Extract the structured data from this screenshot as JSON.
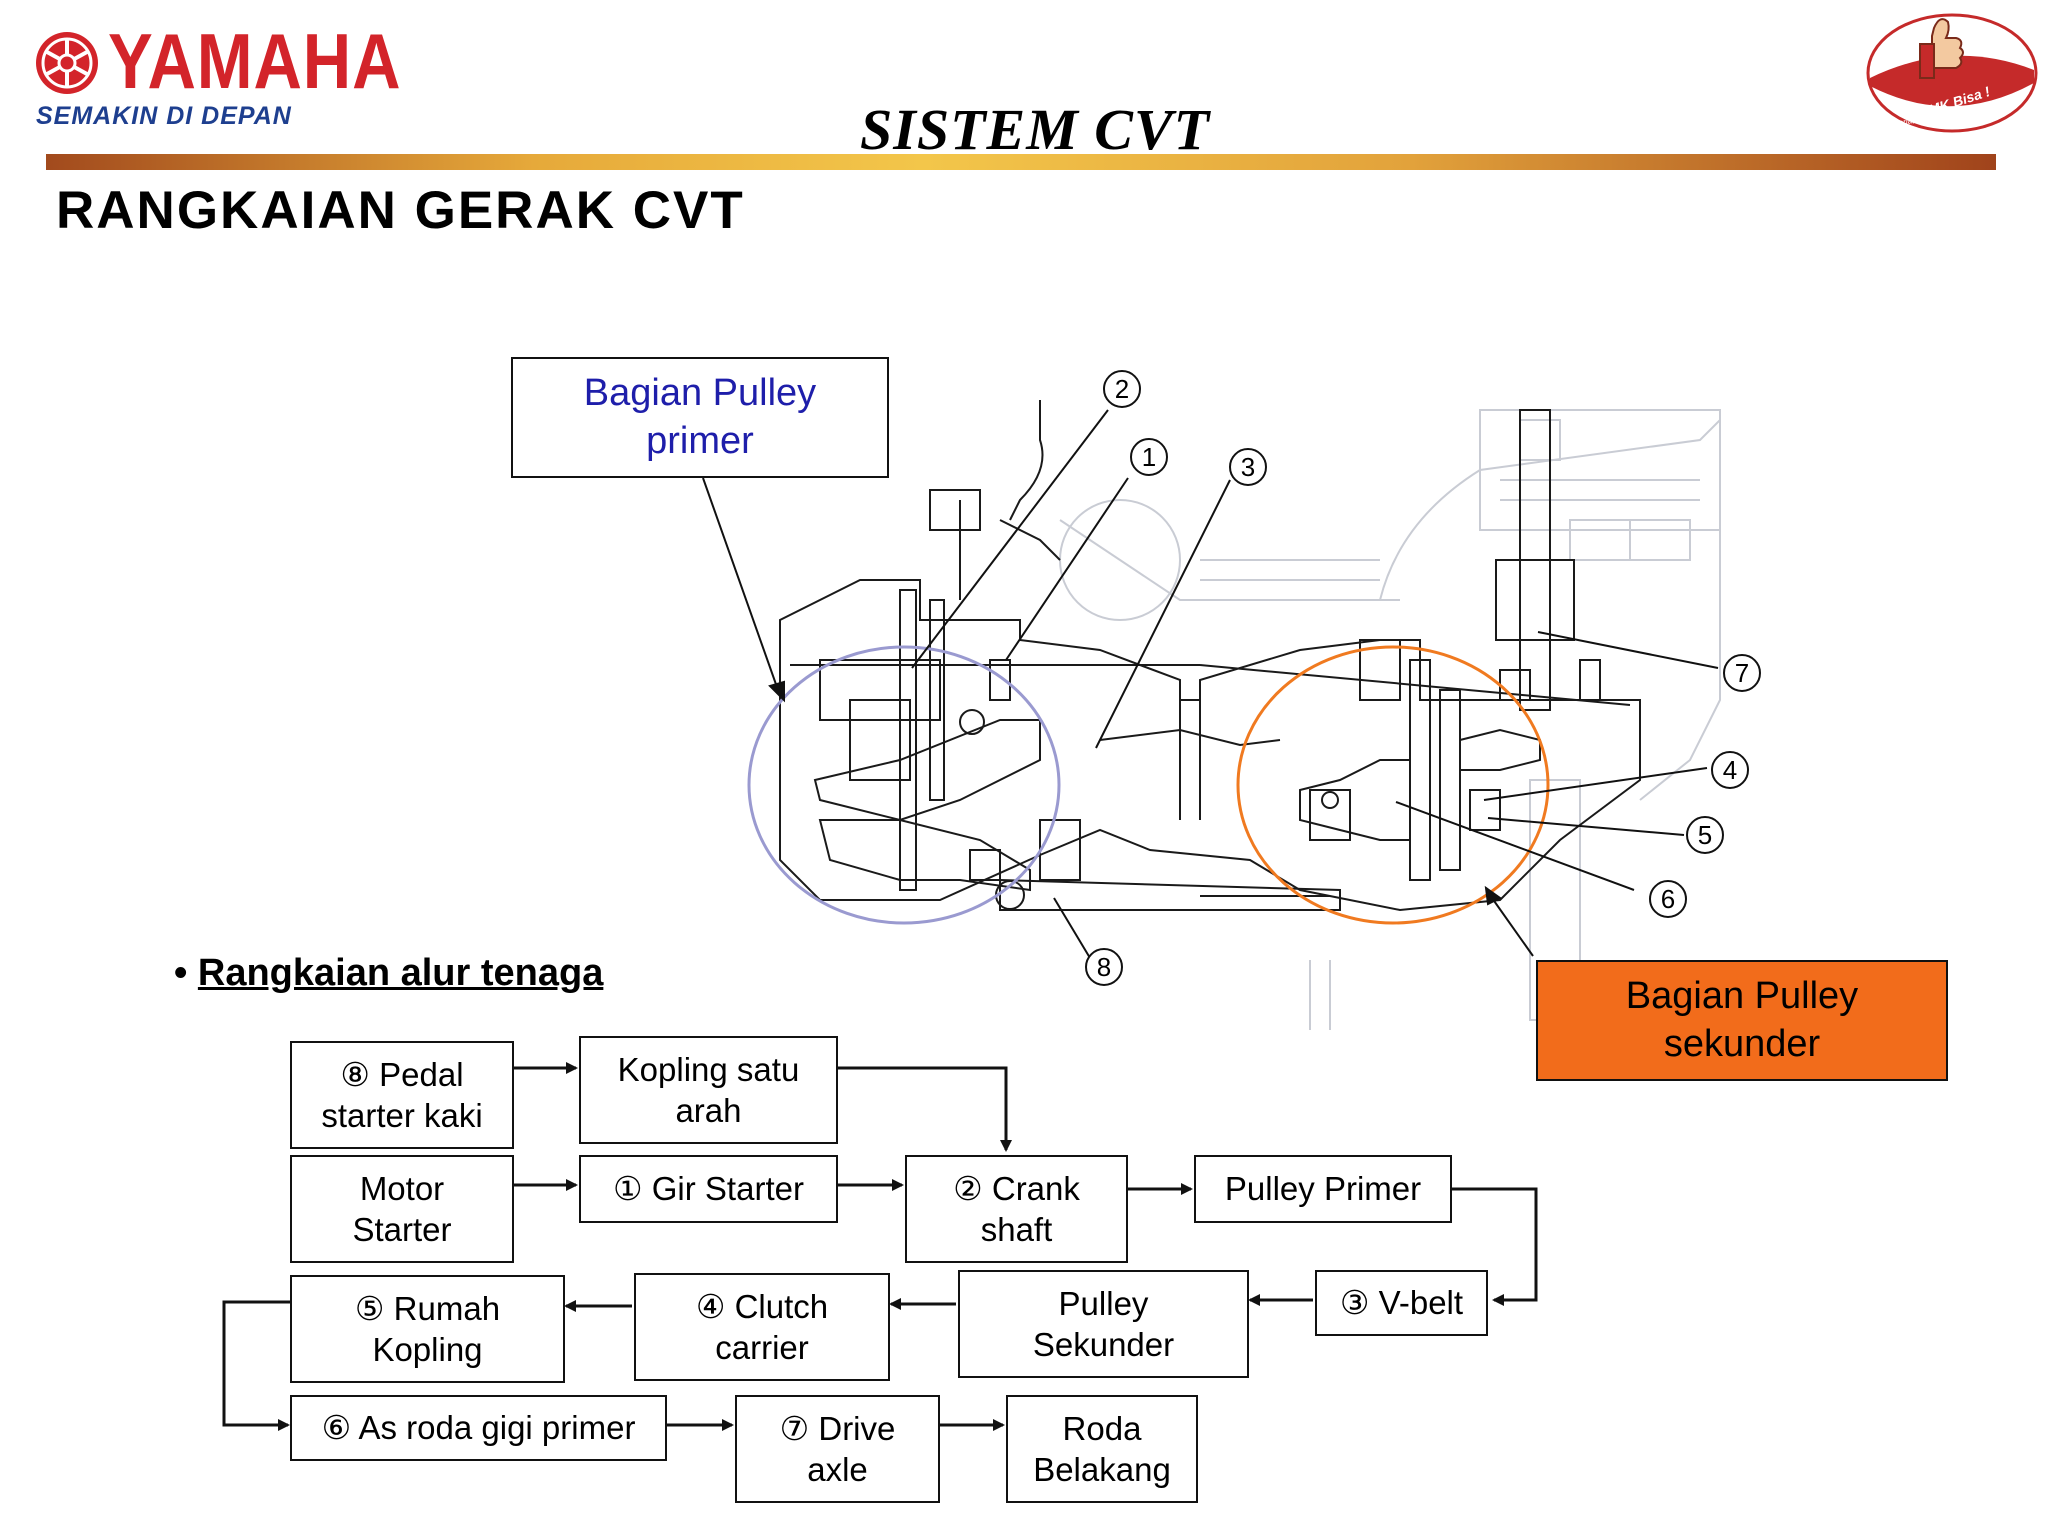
{
  "header": {
    "brand": "YAMAHA",
    "tagline": "SEMAKIN DI DEPAN",
    "slide_title": "SISTEM CVT",
    "section_heading": "RANGKAIAN GERAK CVT",
    "badge_text_top": "SMK Bisa !",
    "badge_text_bottom": "Siap kerja, Cerdas dan Kompetitif",
    "colors": {
      "brand_red": "#d3242a",
      "tagline_blue": "#1e3f8f",
      "bar_gold": "#f3c64a",
      "bar_brown": "#a24a1d"
    }
  },
  "diagram": {
    "callout_primary": {
      "line1": "Bagian Pulley",
      "line2": "primer",
      "color": "#1e1eaa"
    },
    "callout_secondary": {
      "line1": "Bagian Pulley",
      "line2": "sekunder",
      "fill": "#f26c1b"
    },
    "markers": [
      "2",
      "1",
      "3",
      "7",
      "4",
      "5",
      "6",
      "8"
    ],
    "circle_colors": {
      "primary": "#9a9ad0",
      "secondary": "#f07a20"
    }
  },
  "flow": {
    "heading": "Rangkaian alur tenaga",
    "bullet": "•",
    "boxes": {
      "pedal": {
        "line1": "⑧ Pedal",
        "line2": "starter kaki"
      },
      "kopling_satu_arah": {
        "line1": "Kopling satu",
        "line2": "arah"
      },
      "motor_starter": {
        "line1": "Motor",
        "line2": "Starter"
      },
      "gir_starter": {
        "line1": "① Gir Starter"
      },
      "crank_shaft": {
        "line1": "② Crank",
        "line2": "shaft"
      },
      "pulley_primer": {
        "line1": "Pulley Primer"
      },
      "v_belt": {
        "line1": "③ V-belt"
      },
      "pulley_sekunder": {
        "line1": "Pulley",
        "line2": "Sekunder"
      },
      "clutch_carrier": {
        "line1": "④ Clutch",
        "line2": "carrier"
      },
      "rumah_kopling": {
        "line1": "⑤ Rumah",
        "line2": "Kopling"
      },
      "as_roda_gigi": {
        "line1": "⑥ As roda gigi primer"
      },
      "drive_axle": {
        "line1": "⑦ Drive",
        "line2": "axle"
      },
      "roda_belakang": {
        "line1": "Roda",
        "line2": "Belakang"
      }
    }
  }
}
